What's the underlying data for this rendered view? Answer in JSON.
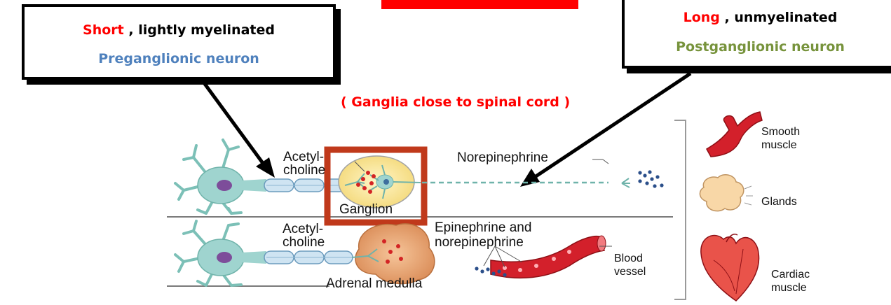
{
  "callouts": {
    "left": {
      "line1_red": "Short",
      "line1_rest": " , lightly myelinated",
      "line2": "Preganglionic neuron"
    },
    "right": {
      "line1_red": "Long",
      "line1_rest": " , unmyelinated",
      "line2": "Postganglionic neuron"
    }
  },
  "ganglia_note": "( Ganglia close to spinal cord )",
  "diagram": {
    "acetylcholine_top_1": "Acetyl-",
    "acetylcholine_top_2": "choline",
    "ganglion": "Ganglion",
    "norepinephrine": "Norepinephrine",
    "acetylcholine_bottom_1": "Acetyl-",
    "acetylcholine_bottom_2": "choline",
    "epinephrine_1": "Epinephrine and",
    "epinephrine_2": "norepinephrine",
    "adrenal_medulla": "Adrenal medulla",
    "blood_vessel_1": "Blood",
    "blood_vessel_2": "vessel"
  },
  "targets": {
    "smooth_1": "Smooth",
    "smooth_2": "muscle",
    "glands": "Glands",
    "cardiac_1": "Cardiac",
    "cardiac_2": "muscle"
  },
  "colors": {
    "highlight_red": "#ff0000",
    "preganglionic_blue": "#4f81bd",
    "postganglionic_green": "#77933c",
    "ganglion_box": "#c0391b",
    "neuron_teal": "#9fd4cf",
    "myelin_blue": "#cfe4f2"
  }
}
